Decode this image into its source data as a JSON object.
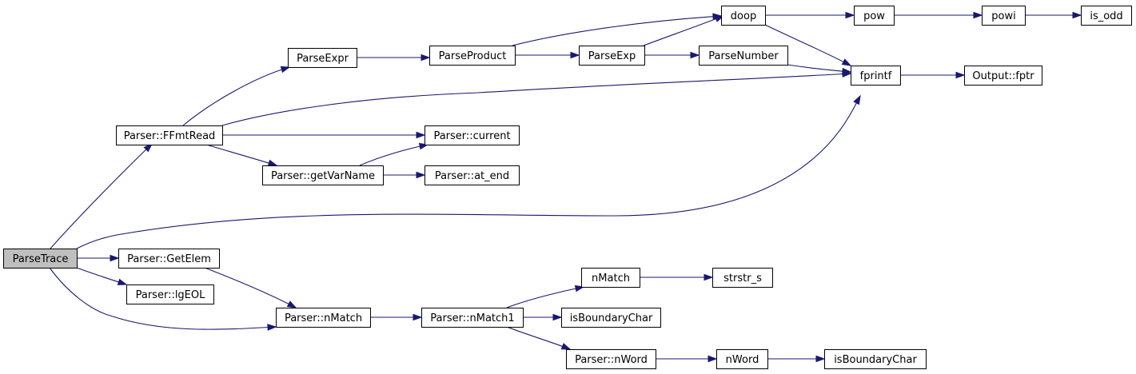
{
  "nodes": [
    {
      "id": "parsetrace",
      "label": "ParseTrace"
    },
    {
      "id": "ffmtread",
      "label": "Parser::FFmtRead"
    },
    {
      "id": "parseexpr",
      "label": "ParseExpr"
    },
    {
      "id": "parseproduct",
      "label": "ParseProduct"
    },
    {
      "id": "doop",
      "label": "doop"
    },
    {
      "id": "pow",
      "label": "pow"
    },
    {
      "id": "powi",
      "label": "powi"
    },
    {
      "id": "is_odd",
      "label": "is_odd"
    },
    {
      "id": "parseexp",
      "label": "ParseExp"
    },
    {
      "id": "parsenumber",
      "label": "ParseNumber"
    },
    {
      "id": "fprintf",
      "label": "fprintf"
    },
    {
      "id": "output_fptr",
      "label": "Output::fptr"
    },
    {
      "id": "current",
      "label": "Parser::current"
    },
    {
      "id": "getvarname",
      "label": "Parser::getVarName"
    },
    {
      "id": "at_end",
      "label": "Parser::at_end"
    },
    {
      "id": "getelem",
      "label": "Parser::GetElem"
    },
    {
      "id": "lgeol",
      "label": "Parser::lgEOL"
    },
    {
      "id": "nmatch_parser",
      "label": "Parser::nMatch"
    },
    {
      "id": "nmatch1",
      "label": "Parser::nMatch1"
    },
    {
      "id": "nmatch",
      "label": "nMatch"
    },
    {
      "id": "strstr_s",
      "label": "strstr_s"
    },
    {
      "id": "isboundarychar_1",
      "label": "isBoundaryChar"
    },
    {
      "id": "nword_parser",
      "label": "Parser::nWord"
    },
    {
      "id": "nword",
      "label": "nWord"
    },
    {
      "id": "isboundarychar_2",
      "label": "isBoundaryChar"
    }
  ],
  "edges": [
    {
      "from": "parsetrace",
      "to": "ffmtread"
    },
    {
      "from": "parsetrace",
      "to": "fprintf"
    },
    {
      "from": "parsetrace",
      "to": "getelem"
    },
    {
      "from": "parsetrace",
      "to": "lgeol"
    },
    {
      "from": "parsetrace",
      "to": "nmatch_parser"
    },
    {
      "from": "ffmtread",
      "to": "parseexpr"
    },
    {
      "from": "ffmtread",
      "to": "fprintf"
    },
    {
      "from": "ffmtread",
      "to": "current"
    },
    {
      "from": "ffmtread",
      "to": "getvarname"
    },
    {
      "from": "parseexpr",
      "to": "parseproduct"
    },
    {
      "from": "parseproduct",
      "to": "doop"
    },
    {
      "from": "parseproduct",
      "to": "parseexp"
    },
    {
      "from": "parseexp",
      "to": "doop"
    },
    {
      "from": "parseexp",
      "to": "parsenumber"
    },
    {
      "from": "doop",
      "to": "pow"
    },
    {
      "from": "doop",
      "to": "fprintf"
    },
    {
      "from": "pow",
      "to": "powi"
    },
    {
      "from": "powi",
      "to": "is_odd"
    },
    {
      "from": "parsenumber",
      "to": "fprintf"
    },
    {
      "from": "fprintf",
      "to": "output_fptr"
    },
    {
      "from": "getvarname",
      "to": "current"
    },
    {
      "from": "getvarname",
      "to": "at_end"
    },
    {
      "from": "getelem",
      "to": "nmatch_parser"
    },
    {
      "from": "nmatch_parser",
      "to": "nmatch1"
    },
    {
      "from": "nmatch1",
      "to": "nmatch"
    },
    {
      "from": "nmatch1",
      "to": "isboundarychar_1"
    },
    {
      "from": "nmatch1",
      "to": "nword_parser"
    },
    {
      "from": "nmatch",
      "to": "strstr_s"
    },
    {
      "from": "nword_parser",
      "to": "nword"
    },
    {
      "from": "nword",
      "to": "isboundarychar_2"
    }
  ],
  "colors": {
    "edge": "#191970",
    "root_fill": "#bfbfbf",
    "node_fill": "#ffffff",
    "node_border": "#000000"
  }
}
